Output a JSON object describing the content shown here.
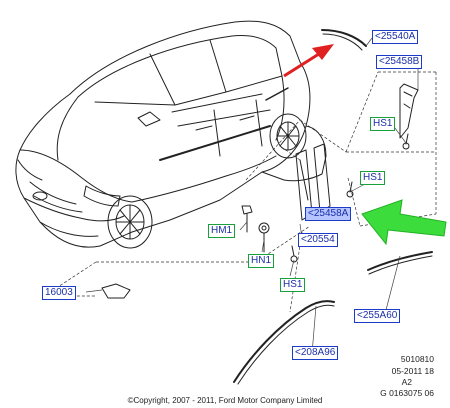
{
  "labels": {
    "c25540a": "<25540A",
    "c25458b": "<25458B",
    "hs1_top": "HS1",
    "hs1_mid": "HS1",
    "c25458a": "<25458A",
    "hm1": "HM1",
    "c20554": "<20554",
    "hn1": "HN1",
    "hs1_bottom": "HS1",
    "c16003": "16003",
    "c255a60": "<255A60",
    "c208a96": "<208A96"
  },
  "reference": {
    "number": "5010810",
    "date": "05-2011 18",
    "sheet": "A2",
    "graphic": "G 0163075 06"
  },
  "copyright": "©Copyright, 2007 - 2011, Ford Motor Company Limited",
  "colors": {
    "callout_arrow": "#e02020",
    "highlight_arrow": "#2ecc2e",
    "blue_label": "#1a3cc8",
    "green_label": "#1aa03a"
  }
}
